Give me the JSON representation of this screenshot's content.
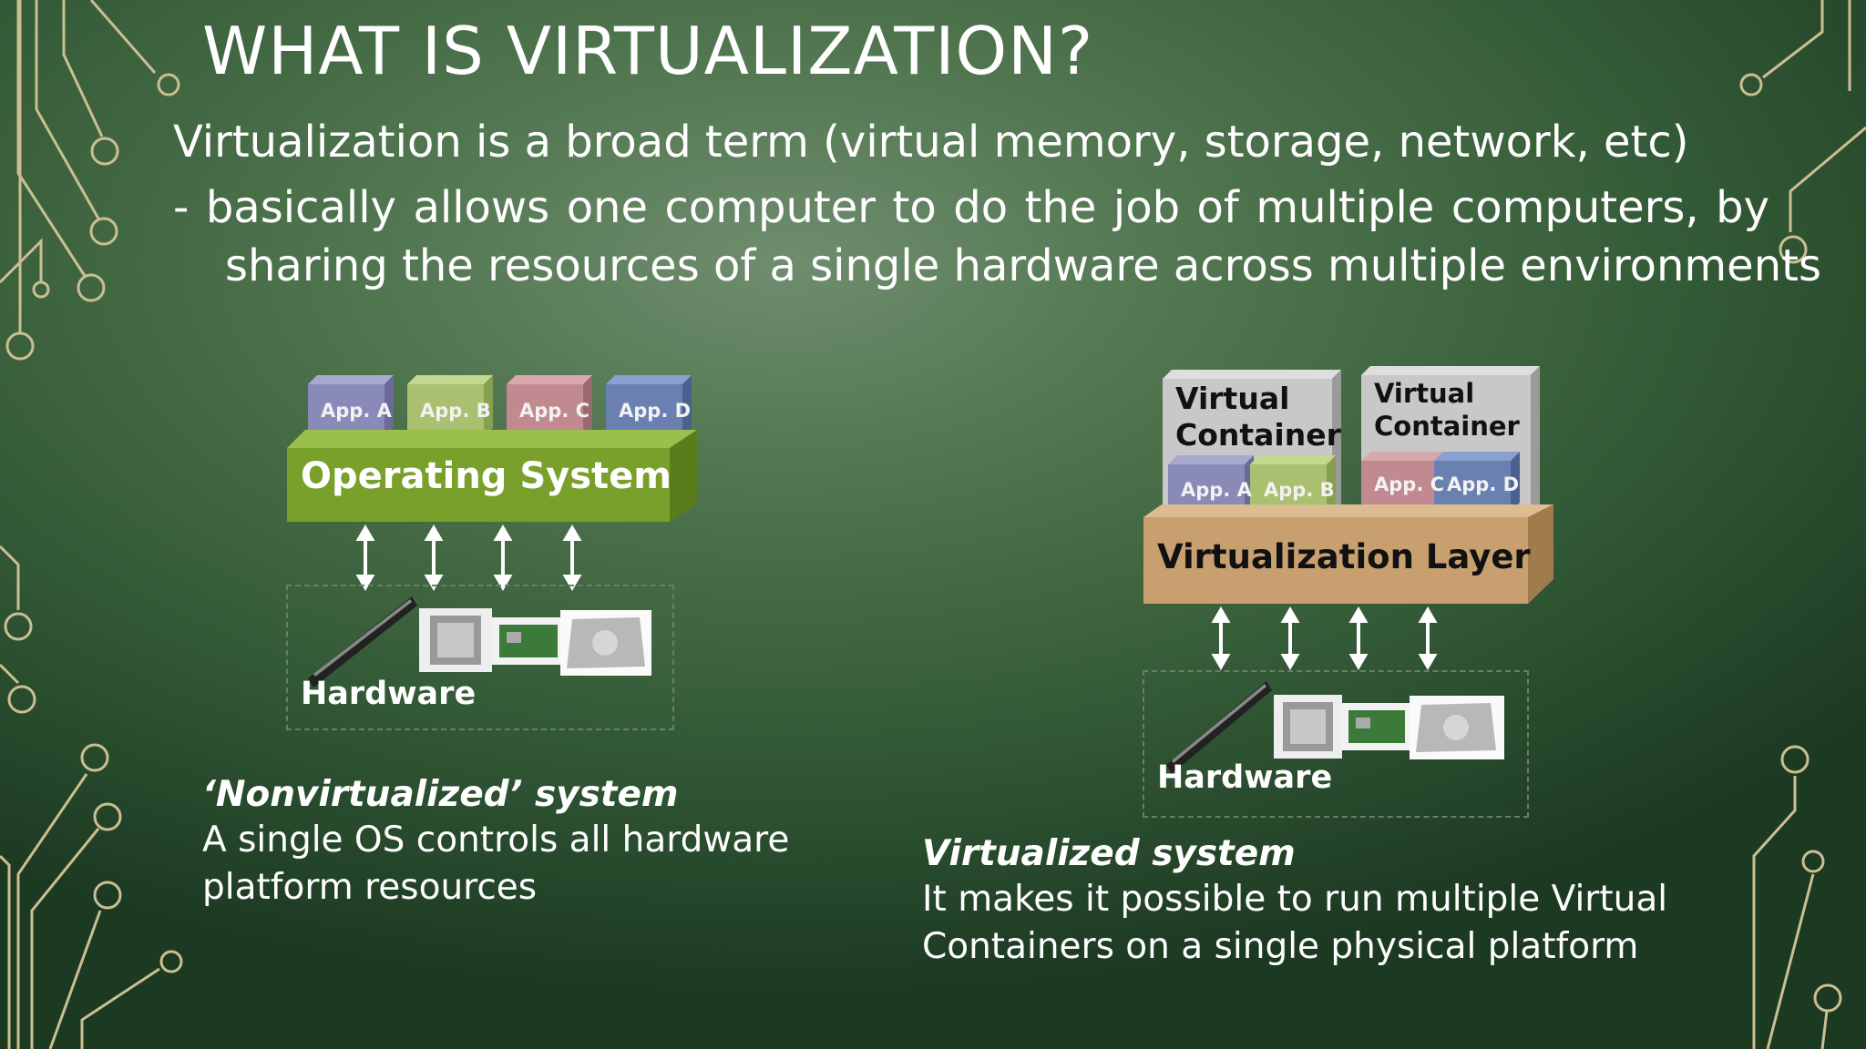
{
  "title": "WHAT IS VIRTUALIZATION?",
  "intro": {
    "line1": "Virtualization is a broad term (virtual memory, storage, network, etc)",
    "line2": "- basically allows one computer to do the job of multiple computers, by",
    "line3": "sharing the resources of a single hardware across multiple environments"
  },
  "left_diagram": {
    "apps": [
      "App. A",
      "App. B",
      "App. C",
      "App. D"
    ],
    "layer": "Operating System",
    "hardware": "Hardware"
  },
  "right_diagram": {
    "containers": [
      {
        "label": "Virtual Container",
        "apps": [
          "App. A",
          "App. B"
        ]
      },
      {
        "label": "Virtual Container",
        "apps": [
          "App. C",
          "App. D"
        ]
      }
    ],
    "layer": "Virtualization Layer",
    "hardware": "Hardware"
  },
  "left_caption": {
    "heading": "‘Nonvirtualized’ system",
    "line1": "A single OS controls all hardware",
    "line2": "platform resources"
  },
  "right_caption": {
    "heading": "Virtualized system",
    "line1": "It makes it possible to run multiple Virtual",
    "line2": "Containers on a single physical platform"
  },
  "colors": {
    "os_green": "#7aa02c",
    "virt_tan": "#c8a070",
    "container_gray": "#c8c8c8",
    "app_purple": "#8a8ab8",
    "app_green": "#a8c070",
    "app_pink": "#c08a90",
    "app_blue": "#6a80b0",
    "circuit": "#cbbf92"
  }
}
